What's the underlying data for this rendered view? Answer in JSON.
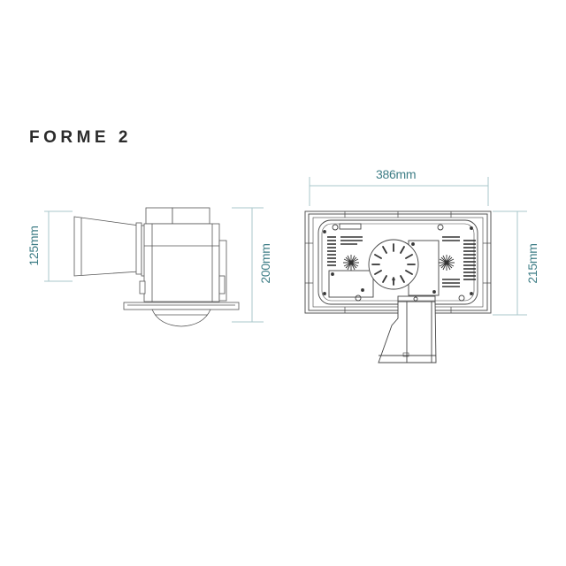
{
  "title": "FORME 2",
  "colors": {
    "dimension_text": "#3e7d86",
    "dimension_line": "#a9c7cb",
    "drawing_line": "#444444"
  },
  "side_view": {
    "duct_height_label": "125mm",
    "total_height_label": "200mm"
  },
  "front_view": {
    "width_label": "386mm",
    "height_label": "215mm"
  }
}
